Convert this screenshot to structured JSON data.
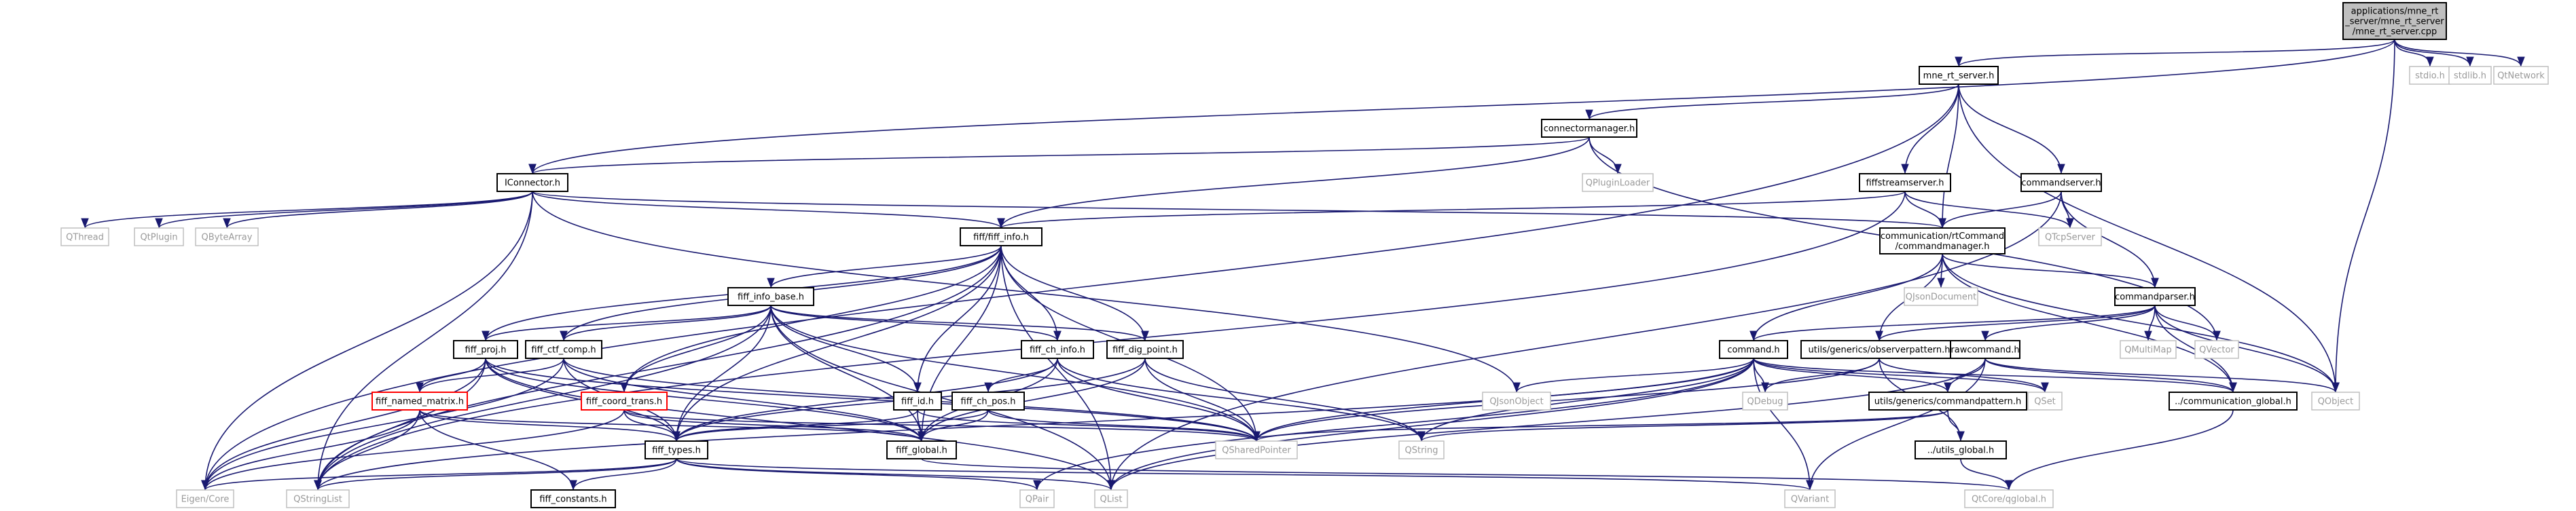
{
  "diagram": {
    "type": "include-dependency-graph",
    "nodes": [
      {
        "id": "root",
        "lines": [
          "applications/mne_rt",
          "_server/mne_rt_server",
          "/mne_rt_server.cpp"
        ],
        "style": "gray"
      },
      {
        "id": "stdio",
        "lines": [
          "stdio.h"
        ],
        "style": "external"
      },
      {
        "id": "stdlib",
        "lines": [
          "stdlib.h"
        ],
        "style": "external"
      },
      {
        "id": "qtnetwork",
        "lines": [
          "QtNetwork"
        ],
        "style": "external"
      },
      {
        "id": "mne_rt_server_h",
        "lines": [
          "mne_rt_server.h"
        ],
        "style": "normal"
      },
      {
        "id": "connectormanager",
        "lines": [
          "connectormanager.h"
        ],
        "style": "normal"
      },
      {
        "id": "qpluginloader",
        "lines": [
          "QPluginLoader"
        ],
        "style": "external"
      },
      {
        "id": "fiffstreamserver",
        "lines": [
          "fiffstreamserver.h"
        ],
        "style": "normal"
      },
      {
        "id": "commandserver",
        "lines": [
          "commandserver.h"
        ],
        "style": "normal"
      },
      {
        "id": "iconnector",
        "lines": [
          "IConnector.h"
        ],
        "style": "normal"
      },
      {
        "id": "qthread",
        "lines": [
          "QThread"
        ],
        "style": "external"
      },
      {
        "id": "qtplugin",
        "lines": [
          "QtPlugin"
        ],
        "style": "external"
      },
      {
        "id": "qbytearray",
        "lines": [
          "QByteArray"
        ],
        "style": "external"
      },
      {
        "id": "fiff_info",
        "lines": [
          "fiff/fiff_info.h"
        ],
        "style": "normal"
      },
      {
        "id": "commandmanager",
        "lines": [
          "communication/rtCommand",
          "/commandmanager.h"
        ],
        "style": "normal"
      },
      {
        "id": "qtcpserver",
        "lines": [
          "QTcpServer"
        ],
        "style": "external"
      },
      {
        "id": "qjsondocument",
        "lines": [
          "QJsonDocument"
        ],
        "style": "external"
      },
      {
        "id": "commandparser",
        "lines": [
          "commandparser.h"
        ],
        "style": "normal"
      },
      {
        "id": "fiff_info_base",
        "lines": [
          "fiff_info_base.h"
        ],
        "style": "normal"
      },
      {
        "id": "fiff_proj",
        "lines": [
          "fiff_proj.h"
        ],
        "style": "normal"
      },
      {
        "id": "fiff_ctf_comp",
        "lines": [
          "fiff_ctf_comp.h"
        ],
        "style": "normal"
      },
      {
        "id": "fiff_ch_info",
        "lines": [
          "fiff_ch_info.h"
        ],
        "style": "normal"
      },
      {
        "id": "fiff_dig_point",
        "lines": [
          "fiff_dig_point.h"
        ],
        "style": "normal"
      },
      {
        "id": "command_h",
        "lines": [
          "command.h"
        ],
        "style": "normal"
      },
      {
        "id": "observerpattern",
        "lines": [
          "utils/generics/observerpattern.h"
        ],
        "style": "normal"
      },
      {
        "id": "rawcommand",
        "lines": [
          "rawcommand.h"
        ],
        "style": "normal"
      },
      {
        "id": "qmultimap",
        "lines": [
          "QMultiMap"
        ],
        "style": "external"
      },
      {
        "id": "qvector",
        "lines": [
          "QVector"
        ],
        "style": "external"
      },
      {
        "id": "fiff_named_matrix",
        "lines": [
          "fiff_named_matrix.h"
        ],
        "style": "red"
      },
      {
        "id": "fiff_coord_trans",
        "lines": [
          "fiff_coord_trans.h"
        ],
        "style": "red"
      },
      {
        "id": "fiff_id",
        "lines": [
          "fiff_id.h"
        ],
        "style": "normal"
      },
      {
        "id": "fiff_ch_pos",
        "lines": [
          "fiff_ch_pos.h"
        ],
        "style": "normal"
      },
      {
        "id": "qjsonobject",
        "lines": [
          "QJsonObject"
        ],
        "style": "external"
      },
      {
        "id": "qdebug",
        "lines": [
          "QDebug"
        ],
        "style": "external"
      },
      {
        "id": "qset",
        "lines": [
          "QSet"
        ],
        "style": "external"
      },
      {
        "id": "commandpattern",
        "lines": [
          "utils/generics/commandpattern.h"
        ],
        "style": "normal"
      },
      {
        "id": "comm_global",
        "lines": [
          "../communication_global.h"
        ],
        "style": "normal"
      },
      {
        "id": "qobject",
        "lines": [
          "QObject"
        ],
        "style": "external"
      },
      {
        "id": "fiff_global",
        "lines": [
          "fiff_global.h"
        ],
        "style": "normal"
      },
      {
        "id": "fiff_types",
        "lines": [
          "fiff_types.h"
        ],
        "style": "normal"
      },
      {
        "id": "qsharedpointer",
        "lines": [
          "QSharedPointer"
        ],
        "style": "external"
      },
      {
        "id": "qstring",
        "lines": [
          "QString"
        ],
        "style": "external"
      },
      {
        "id": "utils_global",
        "lines": [
          "../utils_global.h"
        ],
        "style": "normal"
      },
      {
        "id": "eigen_core",
        "lines": [
          "Eigen/Core"
        ],
        "style": "external"
      },
      {
        "id": "qstringlist",
        "lines": [
          "QStringList"
        ],
        "style": "external"
      },
      {
        "id": "fiff_constants",
        "lines": [
          "fiff_constants.h"
        ],
        "style": "normal"
      },
      {
        "id": "qpair",
        "lines": [
          "QPair"
        ],
        "style": "external"
      },
      {
        "id": "qlist",
        "lines": [
          "QList"
        ],
        "style": "external"
      },
      {
        "id": "qvariant",
        "lines": [
          "QVariant"
        ],
        "style": "external"
      },
      {
        "id": "qtcoreglobal",
        "lines": [
          "QtCore/qglobal.h"
        ],
        "style": "external"
      }
    ],
    "edges": [
      [
        "root",
        "stdio"
      ],
      [
        "root",
        "stdlib"
      ],
      [
        "root",
        "qtnetwork"
      ],
      [
        "root",
        "mne_rt_server_h"
      ],
      [
        "root",
        "iconnector"
      ],
      [
        "root",
        "qobject"
      ],
      [
        "mne_rt_server_h",
        "connectormanager"
      ],
      [
        "mne_rt_server_h",
        "fiffstreamserver"
      ],
      [
        "mne_rt_server_h",
        "commandserver"
      ],
      [
        "mne_rt_server_h",
        "commandmanager"
      ],
      [
        "mne_rt_server_h",
        "qobject"
      ],
      [
        "mne_rt_server_h",
        "eigen_core"
      ],
      [
        "connectormanager",
        "iconnector"
      ],
      [
        "connectormanager",
        "qpluginloader"
      ],
      [
        "connectormanager",
        "fiff_info"
      ],
      [
        "connectormanager",
        "qvector"
      ],
      [
        "fiffstreamserver",
        "qtcpserver"
      ],
      [
        "fiffstreamserver",
        "commandmanager"
      ],
      [
        "fiffstreamserver",
        "fiff_info"
      ],
      [
        "fiffstreamserver",
        "qstringlist"
      ],
      [
        "commandserver",
        "qtcpserver"
      ],
      [
        "commandserver",
        "commandmanager"
      ],
      [
        "commandserver",
        "commandparser"
      ],
      [
        "commandserver",
        "qlist"
      ],
      [
        "iconnector",
        "qthread"
      ],
      [
        "iconnector",
        "qtplugin"
      ],
      [
        "iconnector",
        "qbytearray"
      ],
      [
        "iconnector",
        "fiff_info"
      ],
      [
        "iconnector",
        "commandmanager"
      ],
      [
        "iconnector",
        "qjsonobject"
      ],
      [
        "iconnector",
        "eigen_core"
      ],
      [
        "iconnector",
        "qstringlist"
      ],
      [
        "commandmanager",
        "qjsondocument"
      ],
      [
        "commandmanager",
        "commandparser"
      ],
      [
        "commandmanager",
        "command_h"
      ],
      [
        "commandmanager",
        "observerpattern"
      ],
      [
        "commandmanager",
        "comm_global"
      ],
      [
        "commandmanager",
        "qobject"
      ],
      [
        "commandparser",
        "command_h"
      ],
      [
        "commandparser",
        "observerpattern"
      ],
      [
        "commandparser",
        "rawcommand"
      ],
      [
        "commandparser",
        "qmultimap"
      ],
      [
        "commandparser",
        "qvector"
      ],
      [
        "commandparser",
        "comm_global"
      ],
      [
        "commandparser",
        "qobject"
      ],
      [
        "fiff_info",
        "fiff_info_base"
      ],
      [
        "fiff_info",
        "fiff_proj"
      ],
      [
        "fiff_info",
        "fiff_ctf_comp"
      ],
      [
        "fiff_info",
        "fiff_ch_info"
      ],
      [
        "fiff_info",
        "fiff_dig_point"
      ],
      [
        "fiff_info",
        "fiff_coord_trans"
      ],
      [
        "fiff_info",
        "fiff_id"
      ],
      [
        "fiff_info",
        "fiff_types"
      ],
      [
        "fiff_info",
        "fiff_global"
      ],
      [
        "fiff_info",
        "qsharedpointer"
      ],
      [
        "fiff_info",
        "qlist"
      ],
      [
        "fiff_info",
        "qstringlist"
      ],
      [
        "fiff_info_base",
        "fiff_proj"
      ],
      [
        "fiff_info_base",
        "fiff_ctf_comp"
      ],
      [
        "fiff_info_base",
        "fiff_ch_info"
      ],
      [
        "fiff_info_base",
        "fiff_dig_point"
      ],
      [
        "fiff_info_base",
        "fiff_coord_trans"
      ],
      [
        "fiff_info_base",
        "fiff_id"
      ],
      [
        "fiff_info_base",
        "fiff_types"
      ],
      [
        "fiff_info_base",
        "fiff_global"
      ],
      [
        "fiff_info_base",
        "qsharedpointer"
      ],
      [
        "fiff_info_base",
        "qlist"
      ],
      [
        "fiff_info_base",
        "qstringlist"
      ],
      [
        "fiff_proj",
        "fiff_named_matrix"
      ],
      [
        "fiff_proj",
        "fiff_types"
      ],
      [
        "fiff_proj",
        "fiff_global"
      ],
      [
        "fiff_proj",
        "eigen_core"
      ],
      [
        "fiff_proj",
        "qsharedpointer"
      ],
      [
        "fiff_proj",
        "qstringlist"
      ],
      [
        "fiff_proj",
        "qlist"
      ],
      [
        "fiff_ctf_comp",
        "fiff_named_matrix"
      ],
      [
        "fiff_ctf_comp",
        "fiff_types"
      ],
      [
        "fiff_ctf_comp",
        "fiff_global"
      ],
      [
        "fiff_ctf_comp",
        "qsharedpointer"
      ],
      [
        "fiff_ctf_comp",
        "eigen_core"
      ],
      [
        "fiff_ch_info",
        "fiff_ch_pos"
      ],
      [
        "fiff_ch_info",
        "fiff_types"
      ],
      [
        "fiff_ch_info",
        "fiff_global"
      ],
      [
        "fiff_ch_info",
        "qsharedpointer"
      ],
      [
        "fiff_ch_info",
        "qstring"
      ],
      [
        "fiff_dig_point",
        "fiff_types"
      ],
      [
        "fiff_dig_point",
        "fiff_global"
      ],
      [
        "fiff_dig_point",
        "qsharedpointer"
      ],
      [
        "fiff_dig_point",
        "qstring"
      ],
      [
        "fiff_named_matrix",
        "fiff_types"
      ],
      [
        "fiff_named_matrix",
        "fiff_global"
      ],
      [
        "fiff_named_matrix",
        "eigen_core"
      ],
      [
        "fiff_named_matrix",
        "qstringlist"
      ],
      [
        "fiff_named_matrix",
        "fiff_constants"
      ],
      [
        "fiff_coord_trans",
        "fiff_types"
      ],
      [
        "fiff_coord_trans",
        "fiff_global"
      ],
      [
        "fiff_coord_trans",
        "qsharedpointer"
      ],
      [
        "fiff_coord_trans",
        "eigen_core"
      ],
      [
        "fiff_id",
        "fiff_types"
      ],
      [
        "fiff_id",
        "fiff_global"
      ],
      [
        "fiff_id",
        "qsharedpointer"
      ],
      [
        "fiff_ch_pos",
        "fiff_types"
      ],
      [
        "fiff_ch_pos",
        "fiff_global"
      ],
      [
        "fiff_ch_pos",
        "qsharedpointer"
      ],
      [
        "fiff_types",
        "eigen_core"
      ],
      [
        "fiff_types",
        "qstringlist"
      ],
      [
        "fiff_types",
        "fiff_constants"
      ],
      [
        "fiff_types",
        "qpair"
      ],
      [
        "fiff_types",
        "qlist"
      ],
      [
        "fiff_types",
        "qvariant"
      ],
      [
        "fiff_global",
        "qtcoreglobal"
      ],
      [
        "command_h",
        "qjsonobject"
      ],
      [
        "command_h",
        "qdebug"
      ],
      [
        "command_h",
        "qset"
      ],
      [
        "command_h",
        "commandpattern"
      ],
      [
        "command_h",
        "comm_global"
      ],
      [
        "command_h",
        "qsharedpointer"
      ],
      [
        "command_h",
        "qstring"
      ],
      [
        "command_h",
        "qvariant"
      ],
      [
        "command_h",
        "qlist"
      ],
      [
        "command_h",
        "qpair"
      ],
      [
        "command_h",
        "qstringlist"
      ],
      [
        "observerpattern",
        "qsharedpointer"
      ],
      [
        "observerpattern",
        "utils_global"
      ],
      [
        "observerpattern",
        "qset"
      ],
      [
        "observerpattern",
        "qdebug"
      ],
      [
        "rawcommand",
        "commandpattern"
      ],
      [
        "rawcommand",
        "comm_global"
      ],
      [
        "rawcommand",
        "qobject"
      ],
      [
        "rawcommand",
        "qvariant"
      ],
      [
        "rawcommand",
        "qlist"
      ],
      [
        "commandpattern",
        "utils_global"
      ],
      [
        "commandpattern",
        "qsharedpointer"
      ],
      [
        "commandpattern",
        "qstring"
      ],
      [
        "utils_global",
        "qtcoreglobal"
      ],
      [
        "comm_global",
        "qtcoreglobal"
      ]
    ]
  }
}
